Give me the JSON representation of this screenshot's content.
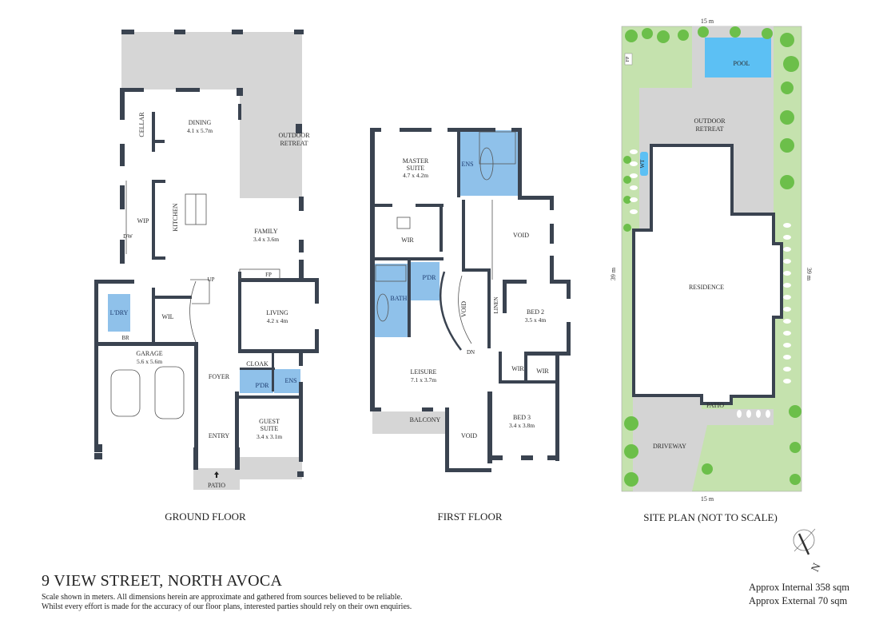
{
  "ground_floor": {
    "caption": "GROUND FLOOR",
    "rooms": {
      "outdoor_retreat": "OUTDOOR\nRETREAT",
      "outdoor_retreat_1": "OUTDOOR",
      "outdoor_retreat_2": "RETREAT",
      "cellar": "CELLAR",
      "dining": "DINING",
      "dining_dim": "4.1 x 5.7m",
      "wip": "WIP",
      "dw": "DW",
      "kitchen": "KITCHEN",
      "family": "FAMILY",
      "family_dim": "3.4 x 3.6m",
      "fp": "FP",
      "up": "UP",
      "laundry": "L'DRY",
      "br": "BR",
      "wil": "WIL",
      "living": "LIVING",
      "living_dim": "4.2 x 4m",
      "garage": "GARAGE",
      "garage_dim": "5.6 x 5.6m",
      "cloak": "CLOAK",
      "foyer": "FOYER",
      "pdr": "P'DR",
      "ens": "ENS",
      "guest_suite_1": "GUEST",
      "guest_suite_2": "SUITE",
      "guest_suite_dim": "3.4 x 3.1m",
      "entry": "ENTRY",
      "patio": "PATIO"
    }
  },
  "first_floor": {
    "caption": "FIRST FLOOR",
    "rooms": {
      "master_suite_1": "MASTER",
      "master_suite_2": "SUITE",
      "master_suite_dim": "4.7 x 4.2m",
      "ens": "ENS",
      "wir": "WIR",
      "void_top": "VOID",
      "bath": "BATH",
      "pdr": "P'DR",
      "void_stair": "VOID",
      "linen": "LINEN",
      "bed2": "BED 2",
      "bed2_dim": "3.5 x 4m",
      "dn": "DN",
      "wir2": "WIR",
      "wir3": "WIR",
      "leisure": "LEISURE",
      "leisure_dim": "7.1 x 3.7m",
      "balcony": "BALCONY",
      "void_bottom": "VOID",
      "bed3": "BED 3",
      "bed3_dim": "3.4 x 3.8m"
    }
  },
  "site_plan": {
    "caption": "SITE PLAN (NOT TO SCALE)",
    "width_top": "15 m",
    "width_bottom": "15 m",
    "depth_left": "39 m",
    "depth_right": "39 m",
    "rooms": {
      "fp": "FP",
      "pool": "POOL",
      "outdoor_retreat_1": "OUTDOOR",
      "outdoor_retreat_2": "RETREAT",
      "wt": "WT",
      "residence": "RESIDENCE",
      "patio": "PATIO",
      "driveway": "DRIVEWAY"
    }
  },
  "compass": {
    "label": "N",
    "icon": "north-arrow-icon"
  },
  "footer": {
    "address": "9 VIEW STREET, NORTH AVOCA",
    "disclaimer_1": "Scale shown in meters. All dimensions herein are approximate and gathered from sources believed to be reliable.",
    "disclaimer_2": "Whilst every effort is made for the accuracy of our floor plans, interested parties should rely on their own enquiries.",
    "internal_area": "Approx Internal 358 sqm",
    "external_area": "Approx External 70 sqm"
  },
  "colors": {
    "wall": "#3a4350",
    "wet_area": "#8fc1ea",
    "outdoor": "#d6d6d6",
    "lawn": "#c5e2ae",
    "pool": "#5cc0f4",
    "plants": "#6cbf4a"
  }
}
